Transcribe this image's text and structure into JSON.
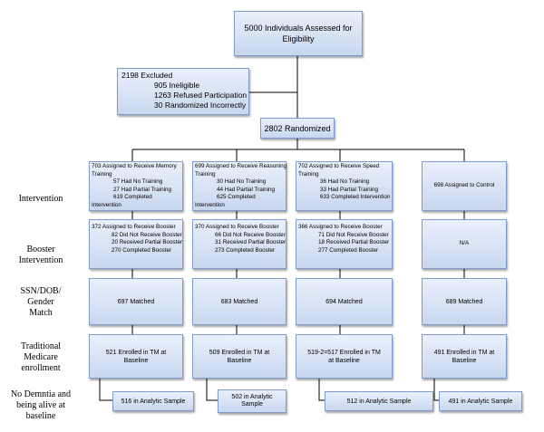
{
  "nodes": {
    "assessed": [
      "5000 Individuals Assessed for",
      "Eligibility"
    ],
    "excluded": {
      "title": "2198 Excluded",
      "lines": [
        "905 Ineligible",
        "1263 Refused Participation",
        "30 Randomized Incorrectly"
      ]
    },
    "randomized": "2802 Randomized",
    "memory": {
      "title": "703 Assigned to Receive Memory",
      "title2": "Training",
      "lines": [
        "57 Had No Training",
        "27 Had Partial Training",
        "619 Completed"
      ],
      "tail": "Intervention"
    },
    "reasoning": {
      "title": "699 Assigned to Receive Reasoning",
      "title2": "Training",
      "lines": [
        "30 Had No Training",
        "44 Had Partial Training",
        "625 Completed"
      ],
      "tail": "Intervention"
    },
    "speed": {
      "title": "702 Assigned to Receive Speed",
      "title2": "Training",
      "lines": [
        "36 Had No Training",
        "33 Had Partial Training",
        "633 Completed Intervention"
      ]
    },
    "control": "698 Assigned to Control",
    "booster": [
      {
        "title": "372 Assigned to Receive Booster",
        "lines": [
          "82 Did Not Receive Booster",
          "20 Received Partial Booster",
          "270 Completed Booster"
        ]
      },
      {
        "title": "370 Assigned to Receive Booster",
        "lines": [
          "66 Did Not Receive Booster",
          "31 Received Partial Booster",
          "273 Completed Booster"
        ]
      },
      {
        "title": "366 Assigned to Receive Booster",
        "lines": [
          "71 Did Not Receive Booster",
          "18 Received Partial Booster",
          "277 Completed Booster"
        ]
      }
    ],
    "booster_control": "N/A",
    "matched": [
      "697  Matched",
      "683 Matched",
      "694 Matched",
      "689 Matched"
    ],
    "enrolled": [
      [
        "521 Enrolled in TM at",
        "Baseline"
      ],
      [
        "509 Enrolled in TM at",
        "Baseline"
      ],
      [
        "519-2=517 Enrolled in TM",
        "at Baseline"
      ],
      [
        "491 Enrolled in TM at",
        "Baseline"
      ]
    ],
    "analytic": [
      [
        "516 in Analytic Sample"
      ],
      [
        "502 in Analytic",
        "Sample"
      ],
      [
        "512 in Analytic  Sample"
      ],
      [
        "491 in Analytic  Sample"
      ]
    ]
  },
  "row_labels": {
    "intervention": [
      "Intervention"
    ],
    "booster": [
      "Booster",
      "Intervention"
    ],
    "match": [
      "SSN/DOB/",
      "Gender",
      "Match"
    ],
    "enrollment": [
      "Traditional",
      "Medicare",
      "enrollment"
    ],
    "analytic": [
      "No Demntia and",
      "being alive at",
      "baseline"
    ]
  }
}
